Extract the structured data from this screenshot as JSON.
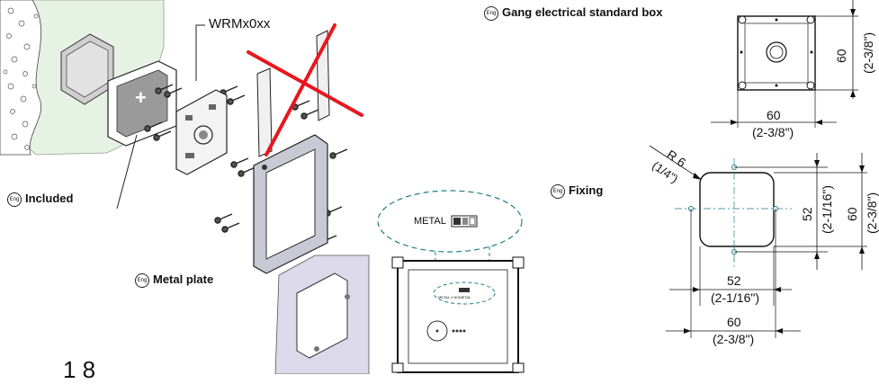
{
  "labels": {
    "model": "WRMx0xx",
    "included": "Included",
    "metal_plate": "Metal plate",
    "gang_box": "Gang electrical standard box",
    "fixing": "Fixing",
    "lang_badge": "Eng",
    "metal": "METAL",
    "metal_small": "METAL // NOMETAL",
    "partial_number": "1 8"
  },
  "dimensions": {
    "box_width_mm": "60",
    "box_width_in": "(2-3/8\")",
    "box_height_mm": "60",
    "box_height_in": "(2-3/8\")",
    "radius": "R 6",
    "radius_in": "(1/4\")",
    "fix_inner_h_mm": "52",
    "fix_inner_h_in": "(2-1/16\")",
    "fix_outer_h_mm": "60",
    "fix_outer_h_in": "(2-3/8\")",
    "fix_inner_w_mm": "52",
    "fix_inner_w_in": "(2-1/16\")",
    "fix_outer_w_mm": "60",
    "fix_outer_w_in": "(2-3/8\")"
  },
  "colors": {
    "wall_green": "#e6f2e3",
    "plate_purple": "#dcd9ea",
    "cross_red": "#e8161d",
    "dash_teal": "#1f7f85"
  }
}
